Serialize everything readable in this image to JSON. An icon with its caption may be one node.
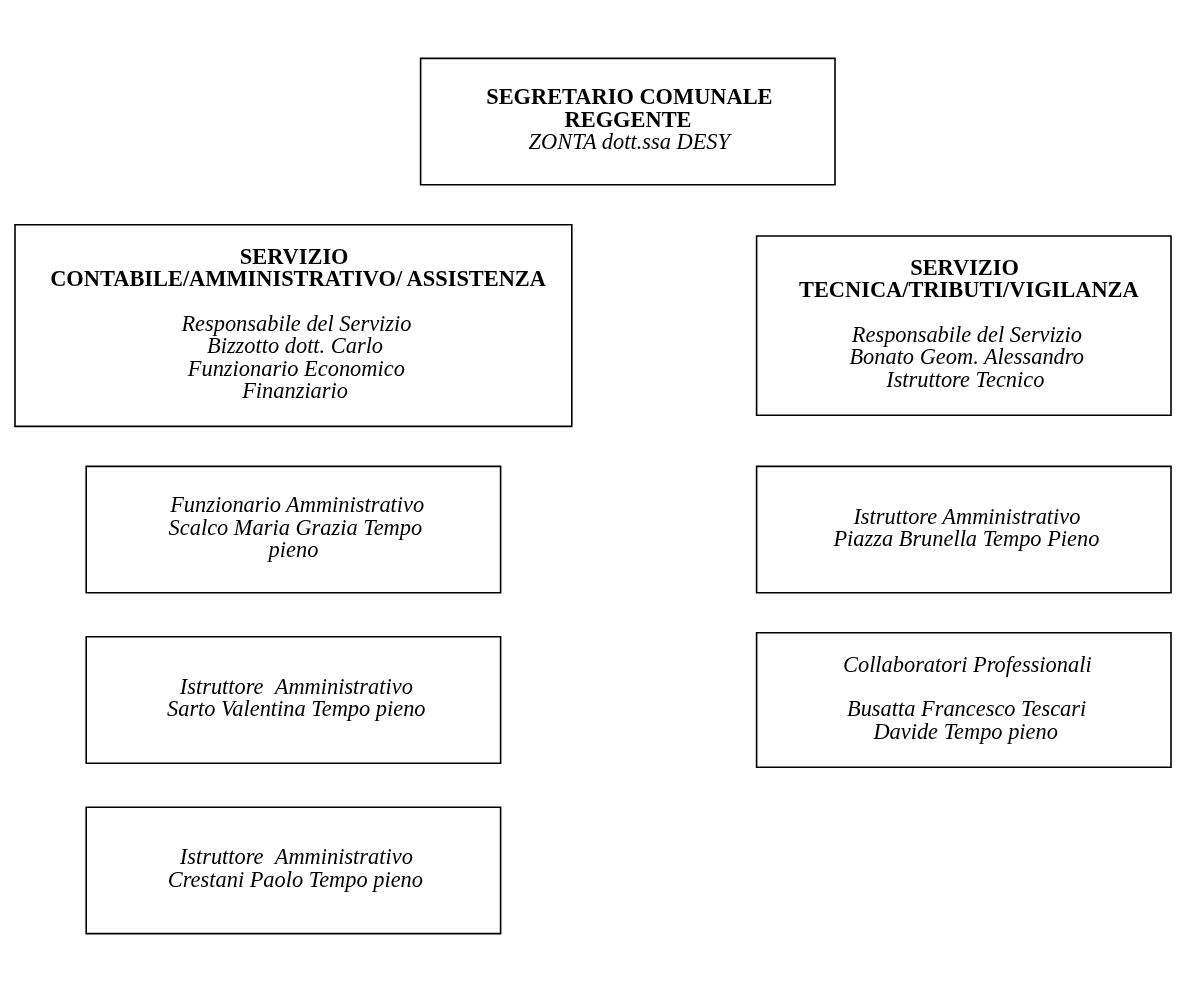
{
  "diagram": {
    "nodes": [
      {
        "text": [
          "SEGRETARIO COMUNALE REGGENTE",
          "ZONTA dott.ssa DESY"
        ]
      },
      {
        "text": [
          "SERVIZIO CONTABILE/AMMINISTRATIVO/ ASSISTENZA",
          "Responsabile del Servizio Bizzotto dott. Carlo Funzionario Economico Finanziario"
        ]
      },
      {
        "text": [
          "SERVIZIO TECNICA/TRIBUTI/VIGILANZA",
          "Responsabile del Servizio Bonato Geom. Alessandro Istruttore Tecnico"
        ]
      },
      {
        "text": [
          "Funzionario Amministrativo Scalco Maria Grazia Tempo pieno"
        ]
      },
      {
        "text": [
          "Istruttore Amministrativo Piazza Brunella Tempo Pieno"
        ]
      },
      {
        "text": [
          "Istruttore  Amministrativo Sarto Valentina Tempo pieno"
        ]
      },
      {
        "text": [
          "Collaboratori Professionali",
          "Busatta Francesco Tescari Davide Tempo pieno"
        ]
      },
      {
        "text": [
          "Istruttore  Amministrativo Crestani Paolo Tempo pieno"
        ]
      }
    ],
    "edges": []
  }
}
